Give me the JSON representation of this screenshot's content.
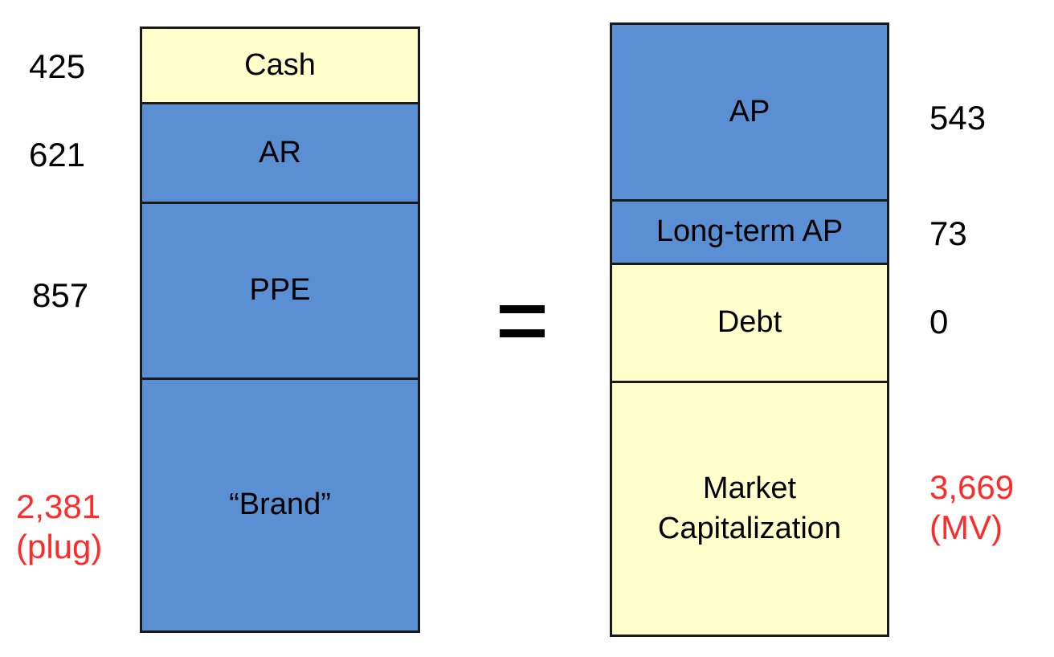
{
  "colors": {
    "blue": "#5b8fd4",
    "yellow": "#ffffcc",
    "red": "#ff2b2b"
  },
  "assets": [
    {
      "label": "Cash",
      "value": "425",
      "color": "yellow"
    },
    {
      "label": "AR",
      "value": "621",
      "color": "blue"
    },
    {
      "label": "PPE",
      "value": "857",
      "color": "blue"
    },
    {
      "label": "“Brand”",
      "value_line1": "2,381",
      "value_line2": "(plug)",
      "color": "blue"
    }
  ],
  "equals_sign": "=",
  "liabilities": [
    {
      "label": "AP",
      "value": "543",
      "color": "blue"
    },
    {
      "label": "Long-term AP",
      "value": "73",
      "color": "blue"
    },
    {
      "label": "Debt",
      "value": "0",
      "color": "yellow"
    },
    {
      "label_line1": "Market",
      "label_line2": "Capitalization",
      "value_line1": "3,669",
      "value_line2": "(MV)",
      "color": "yellow"
    }
  ]
}
